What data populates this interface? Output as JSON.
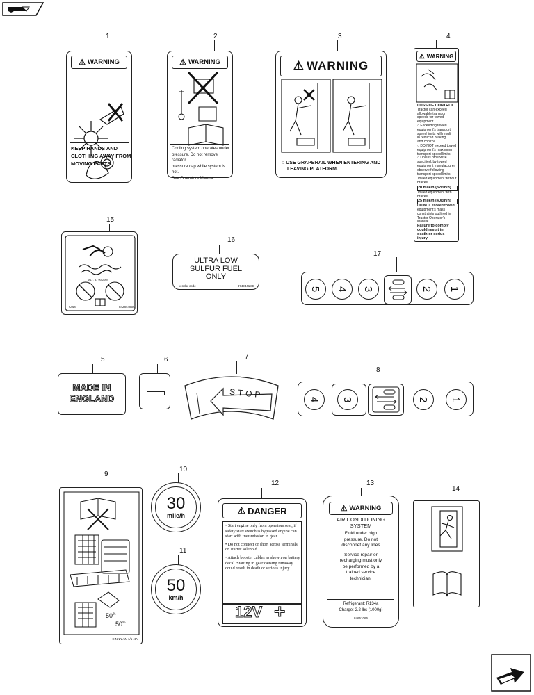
{
  "labels": {
    "d1": {
      "num": "1",
      "header": "WARNING",
      "text": [
        "KEEP HANDS AND",
        "CLOTHING AWAY FROM",
        "MOVING PARTS."
      ]
    },
    "d2": {
      "num": "2",
      "header": "WARNING",
      "text": [
        "Cooling system operates under",
        "pressure. Do not remove radiator",
        "pressure cap while system is hot.",
        "See Operators Manual."
      ]
    },
    "d3": {
      "num": "3",
      "header": "WARNING",
      "text": [
        "USE GRAPBRAIL WHEN ENTERING AND",
        "LEAVING PLATFORM."
      ]
    },
    "d4": {
      "num": "4",
      "header": "WARNING",
      "title": "LOSS OF CONTROL",
      "text": [
        "Tractor can exceed",
        "allowable transport",
        "speeds for towed",
        "equipment",
        "Exceeding towed",
        "equipment's transport",
        "speed limits will result",
        "in reduced braking",
        "and control.",
        "DO NOT exceed towed",
        "equipment's maximum",
        "transport speed limits:",
        "Unless otherwise",
        "specified, by towed",
        "equipment manufacturer,",
        "observe following",
        "transport speed limits:",
        "Towed equipment without brakes:",
        "20 mile/h (32km/h)",
        "Towed equipment with brakes:",
        "25 mile/h (40km/h)",
        "DO NOT exceed towed",
        "equipment's mass",
        "constraints outlined in",
        "Tractor Operator's Manual.",
        "Failure to comply",
        "could result in",
        "death or serius",
        "injury."
      ]
    },
    "d15": {
      "num": "15",
      "mid": "ALT. 37 90 2004",
      "code_l": "Code",
      "code_r": "84284486C"
    },
    "d16": {
      "num": "16",
      "text": [
        "ULTRA LOW",
        "SULFUR FUEL",
        "ONLY"
      ],
      "vendor": "vendor code",
      "part": "87493418 B"
    },
    "d17": {
      "num": "17",
      "keys": [
        "5",
        "4",
        "3",
        "2",
        "1"
      ]
    },
    "d5": {
      "num": "5",
      "text": [
        "MADE IN",
        "ENGLAND"
      ]
    },
    "d6": {
      "num": "6"
    },
    "d7": {
      "num": "7",
      "text": "STOP"
    },
    "d8": {
      "num": "8",
      "keys": [
        "4",
        "3",
        "2",
        "1"
      ]
    },
    "d9": {
      "num": "9",
      "pct1": "50",
      "pct2": "50",
      "code": "E NNN AN 1/1 ctA"
    },
    "d10": {
      "num": "10",
      "value": "30",
      "unit": "mile/h"
    },
    "d11": {
      "num": "11",
      "value": "50",
      "unit": "km/h"
    },
    "d12": {
      "num": "12",
      "header": "DANGER",
      "bullets": [
        "Start engine only from operators seat, if safety start switch is bypassed engine can start with transmission in gear.",
        "Do not connect or short across terminals on starter solenoid.",
        "Attach booster cables as shown on battery decal. Starting in gear causing runaway could result in death or serious injury."
      ],
      "volt": "12V",
      "plus": "+"
    },
    "d13": {
      "num": "13",
      "header": "WARNING",
      "title": [
        "AIR CONDITIONING",
        "SYSTEM"
      ],
      "p1": [
        "Fluid under high",
        "pressure. Do not",
        "disconnet any lines"
      ],
      "p2": [
        "Service repair or",
        "recharging must only",
        "be performed by a",
        "trained service",
        "technician."
      ],
      "refr": "Refrigerant: R134a",
      "charge": "Charge: 2.2 lbs (1000g)",
      "part": "84651066"
    },
    "d14": {
      "num": "14"
    }
  }
}
